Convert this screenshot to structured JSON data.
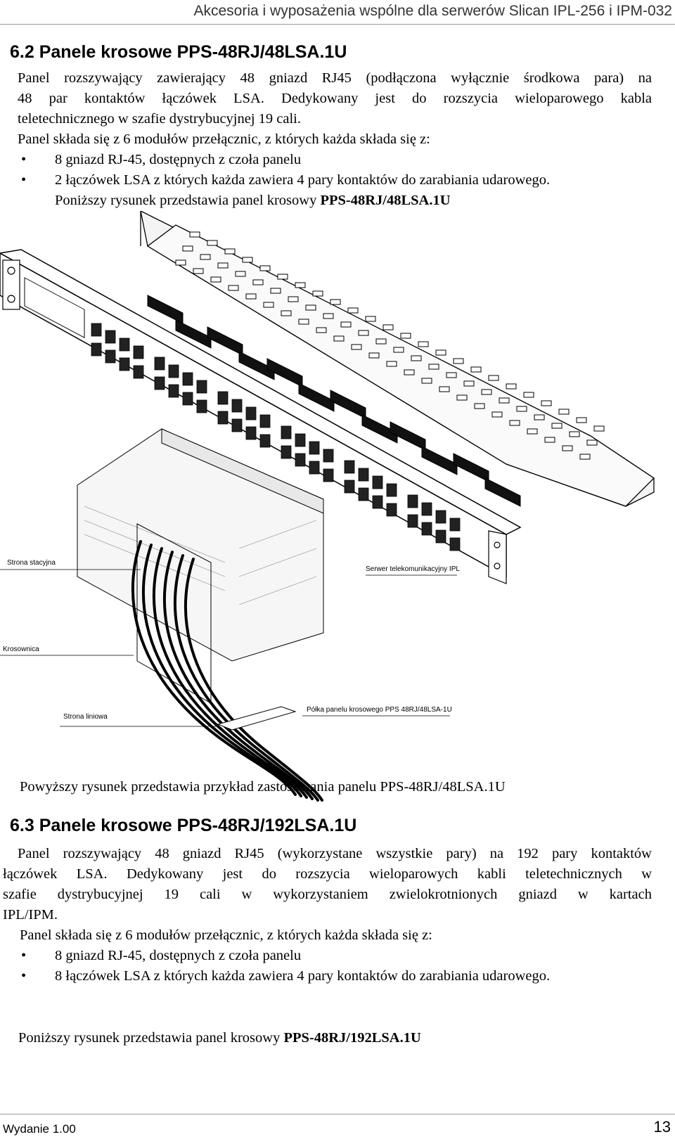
{
  "header": {
    "title": "Akcesoria i wyposażenia wspólne dla serwerów Slican IPL-256 i IPM-032"
  },
  "s62": {
    "heading": "6.2  Panele krosowe PPS-48RJ/48LSA.1U",
    "para1_line1": "Panel rozszywający zawierający 48 gniazd RJ45 (podłączona wyłącznie środkowa para) na",
    "para1_line2": "48 par kontaktów łączówek LSA. Dedykowany jest do rozszycia wieloparowego kabla",
    "para1_line3": "teletechnicznego w szafie dystrybucyjnej 19 cali.",
    "para2": "Panel składa się z 6 modułów przełącznic, z których każda składa się z:",
    "bullets": [
      "8 gniazd RJ-45, dostępnych z czoła panelu",
      "2 łączówek LSA z których każda zawiera 4 pary kontaktów do zarabiania udarowego."
    ],
    "figure_intro": "Poniższy rysunek przedstawia panel krosowy ",
    "figure_intro_code": "PPS-48RJ/48LSA.1U"
  },
  "figure": {
    "label_station": "Strona stacyjna",
    "label_server": "Serwer telekomunikacyjny IPL",
    "label_krosownica": "Krosownica",
    "label_shelf": "Półka panelu krosowego PPS 48RJ/48LSA-1U",
    "label_line": "Strona liniowa"
  },
  "caption": "Powyższy rysunek przedstawia przykład zastosowania panelu PPS-48RJ/48LSA.1U",
  "s63": {
    "heading": "6.3  Panele krosowe  PPS-48RJ/192LSA.1U",
    "para1_line1": "Panel rozszywający 48 gniazd RJ45 (wykorzystane wszystkie pary) na 192 pary kontaktów",
    "para1_line2": "łączówek LSA. Dedykowany jest do rozszycia wieloparowych kabli teletechnicznych w",
    "para1_line3": "szafie dystrybucyjnej 19 cali w wykorzystaniem zwielokrotnionych gniazd w kartach",
    "para1_line4": "IPL/IPM.",
    "para2": "Panel składa się z 6 modułów przełącznic, z których każda składa się z:",
    "bullets": [
      "8 gniazd RJ-45, dostępnych z czoła panelu",
      "8 łączówek LSA z których każda zawiera 4 pary kontaktów do zarabiania udarowego."
    ],
    "figure_intro": "Poniższy rysunek przedstawia panel krosowy  ",
    "figure_intro_code": "PPS-48RJ/192LSA.1U"
  },
  "footer": {
    "edition": "Wydanie 1.00",
    "page": "13"
  }
}
